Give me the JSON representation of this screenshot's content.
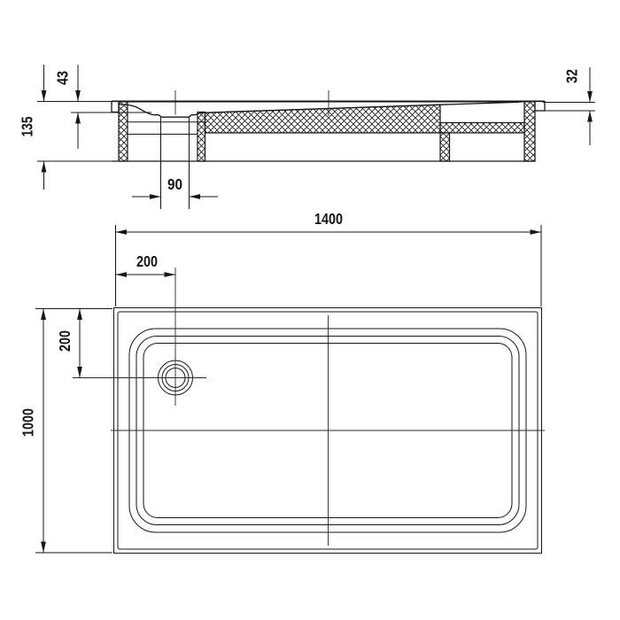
{
  "drawing": {
    "background_color": "#ffffff",
    "line_color": "#161616",
    "views": {
      "section": {
        "title": "cross-section-view",
        "dims": {
          "total_height": "135",
          "basin_depth": "43",
          "rim_thickness": "32",
          "drain_width": "90"
        }
      },
      "plan": {
        "title": "plan-view",
        "dims": {
          "total_width": "1400",
          "drain_offset_horizontal": "200",
          "drain_offset_vertical": "200",
          "total_depth": "1000"
        }
      }
    }
  }
}
